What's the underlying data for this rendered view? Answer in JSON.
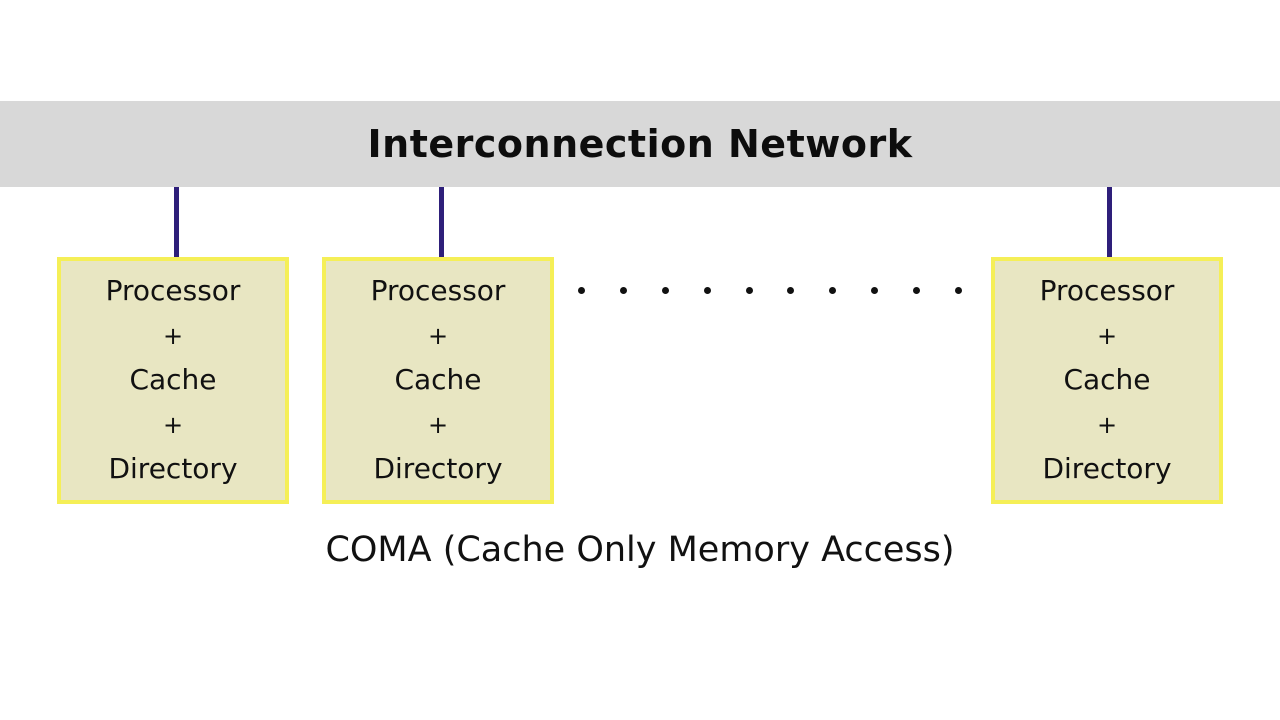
{
  "network": {
    "title": "Interconnection Network"
  },
  "nodes": [
    {
      "line1": "Processor",
      "sep1": "+",
      "line2": "Cache",
      "sep2": "+",
      "line3": "Directory"
    },
    {
      "line1": "Processor",
      "sep1": "+",
      "line2": "Cache",
      "sep2": "+",
      "line3": "Directory"
    },
    {
      "line1": "Processor",
      "sep1": "+",
      "line2": "Cache",
      "sep2": "+",
      "line3": "Directory"
    }
  ],
  "caption": "COMA (Cache Only Memory Access)",
  "colors": {
    "bar": "#d8d8d8",
    "connector": "#2e1f7a",
    "node_fill": "#e8e6c2",
    "node_border": "#f5ef57"
  }
}
